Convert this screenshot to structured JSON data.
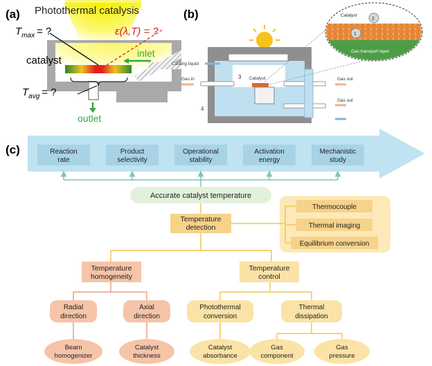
{
  "panel_a": {
    "label": "(a)",
    "title": "Photothermal catalysis",
    "tmax": "T",
    "tmax_sub": "max",
    "tmax_eq": "= ?",
    "emiss": "ε(λ,T) = ?",
    "catalyst": "catalyst",
    "tavg": "T",
    "tavg_sub": "avg",
    "tavg_eq": "= ?",
    "inlet": "inlet",
    "outlet": "outlet"
  },
  "panel_b": {
    "label": "(b)",
    "cooling_liquid": "Cooling liquid",
    "gas_in": "Gas in",
    "catalyst": "Catalyst",
    "gas_out_1": "Gas out",
    "gas_out_2": "Gas out",
    "num_3": "3",
    "num_4": "4",
    "inset_catalyst": "Catalyst",
    "inset_1": "1",
    "inset_2": "2",
    "inset_layer": "Gas transport layer"
  },
  "panel_c": {
    "label": "(c)",
    "outcomes": [
      {
        "l1": "Reaction",
        "l2": "rate"
      },
      {
        "l1": "Product",
        "l2": "selectivity"
      },
      {
        "l1": "Operational",
        "l2": "stability"
      },
      {
        "l1": "Activation",
        "l2": "energy"
      },
      {
        "l1": "Mechanistic",
        "l2": "study"
      }
    ],
    "accurate": "Accurate catalyst temperature",
    "detection": {
      "l1": "Temperature",
      "l2": "detection"
    },
    "methods": [
      "Thermocouple",
      "Thermal imaging",
      "Equilibrium conversion"
    ],
    "homogeneity": {
      "l1": "Temperature",
      "l2": "homogeneity"
    },
    "control": {
      "l1": "Temperature",
      "l2": "control"
    },
    "radial": {
      "l1": "Radial",
      "l2": "direction"
    },
    "axial": {
      "l1": "Axial",
      "l2": "direction"
    },
    "photothermal": {
      "l1": "Photothermal",
      "l2": "conversion"
    },
    "dissipation": {
      "l1": "Thermal",
      "l2": "dissipation"
    },
    "beam": {
      "l1": "Beam",
      "l2": "homogenizer"
    },
    "thickness": {
      "l1": "Catalyst",
      "l2": "thickness"
    },
    "absorbance": {
      "l1": "Catalyst",
      "l2": "absorbance"
    },
    "component": {
      "l1": "Gas",
      "l2": "component"
    },
    "pressure": {
      "l1": "Gas",
      "l2": "pressure"
    }
  },
  "colors": {
    "arrow_band": "#bfe3f0",
    "outcome_box": "#a8d3e6",
    "teal_line": "#7fc4b8",
    "green_pill": "#e3f1dc",
    "orange_box": "#f6d28a",
    "orange_line": "#f2c64d",
    "method_panel": "#fde9b8",
    "salmon_box": "#f6c4a8",
    "salmon_line": "#e9a07a",
    "yellow_box": "#fbe2a6"
  }
}
